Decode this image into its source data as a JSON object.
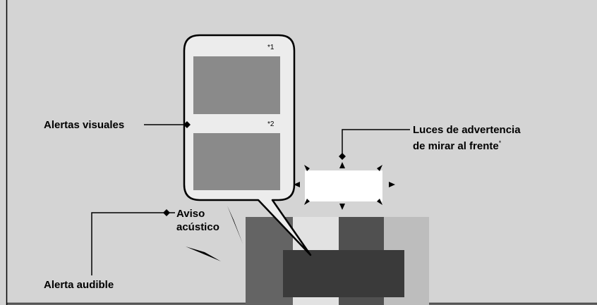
{
  "labels": {
    "visual_alerts": "Alertas visuales",
    "look_ahead_lights_line1": "Luces de advertencia",
    "look_ahead_lights_line2": "de mirar al frente",
    "look_ahead_lights_mark": "*",
    "audible_notice_line1": "Aviso",
    "audible_notice_line2": "acústico",
    "audible_alert": "Alerta audible"
  },
  "screen_notes": {
    "top": "*1",
    "bottom": "*2"
  },
  "colors": {
    "background": "#d4d4d4",
    "frame": "#000000",
    "bubble": "#ececec",
    "screen": "#8a8a8a",
    "stripe_dark": "#646464",
    "stripe_light": "#e2e2e2",
    "stripe_darker": "#505050",
    "stripe_mid": "#bdbdbd",
    "console": "#3a3a3a",
    "warning_light": "#ffffff"
  }
}
